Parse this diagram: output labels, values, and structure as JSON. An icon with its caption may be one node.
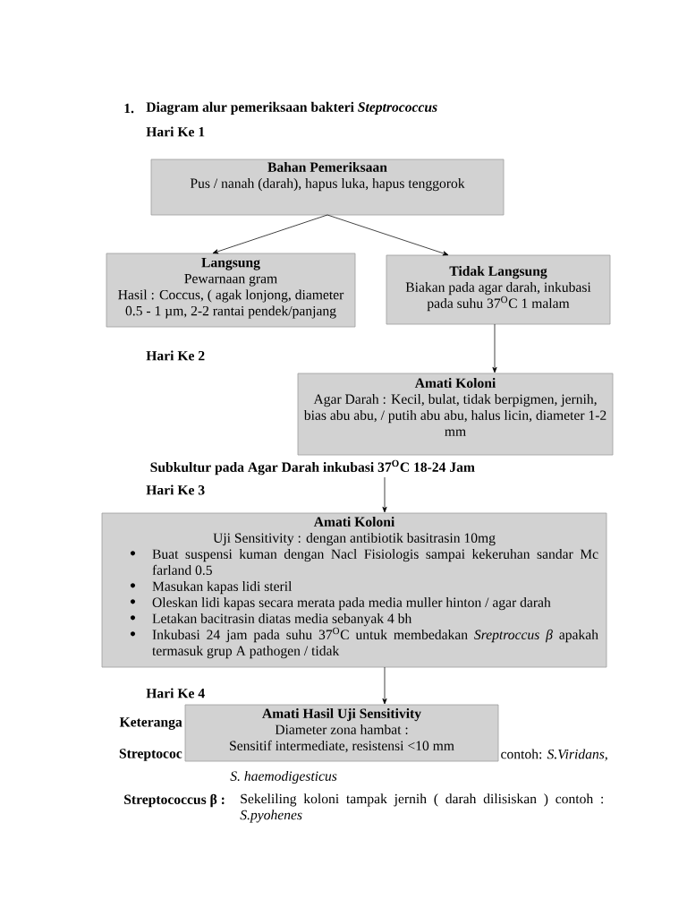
{
  "diagram": {
    "title": "Diagram alur pemeriksaan bakteri *Steptrococcus*",
    "nodes": [
      {
        "text": [
          "Bahan Pemeriksaan",
          "Pus / nanah (darah), hapus luka, hapus tenggorok"
        ]
      },
      {
        "text": [
          "Langsung",
          "Pewarnaan gram",
          "Hasil : Coccus, ( agak lonjong, diameter 0.5 - 1 µm, 2-2 rantai pendek/panjang"
        ]
      },
      {
        "text": [
          "Tidak Langsung",
          "Biakan pada agar darah, inkubasi pada suhu 37$^{O}$C 1 malam"
        ]
      },
      {
        "text": [
          "Amati Koloni",
          "Agar Darah : Kecil, bulat, tidak berpigmen, jernih, bias abu abu, / putih abu abu, halus licin, diameter 1-2 mm"
        ]
      },
      {
        "text": [
          "Subkultur pada Agar Darah inkubasi 37$^{O}$C 18-24 Jam"
        ]
      },
      {
        "text": [
          "Amati Koloni",
          "Uji Sensitivity : dengan antibiotik basitrasin 10mg",
          "Buat suspensi kuman dengan Nacl Fisiologis sampai kekeruhan sandar Mc farland 0.5",
          "Masukan kapas lidi steril",
          "Oleskan lidi kapas secara merata pada media muller hinton / agar darah",
          "Letakan bacitrasin diatas media sebanyak 4 bh",
          "Inkubasi 24 jam pada suhu 37$^{O}$C untuk membedakan *Sreptroccus β* apakah termasuk grup A pathogen / tidak"
        ]
      },
      {
        "text": [
          "Amati Hasil Uji Sensitivity",
          "Diameter zona hambat :",
          "Sensitif intermediate, resistensi <10 mm"
        ]
      }
    ],
    "edges": [
      {
        "from": 0,
        "to": 1,
        "arrow": "to"
      },
      {
        "from": 0,
        "to": 2,
        "arrow": "to"
      },
      {
        "from": 2,
        "to": 3,
        "arrow": "to"
      },
      {
        "from": 4,
        "to": 5,
        "arrow": "to"
      },
      {
        "from": 5,
        "to": 6,
        "arrow": "to"
      }
    ],
    "labels": [
      "1.",
      "Hari Ke 1",
      "Hari Ke 2",
      "Hari Ke 3",
      "Hari Ke 4",
      "Keteranga",
      "Streptococ",
      "contoh: *S.Viridans,*",
      "S. haemodigesticus",
      "Streptococcus β :",
      "Sekeliling koloni tampak jernih ( darah dilisiskan ) contoh : *S.pyohenes*"
    ]
  }
}
